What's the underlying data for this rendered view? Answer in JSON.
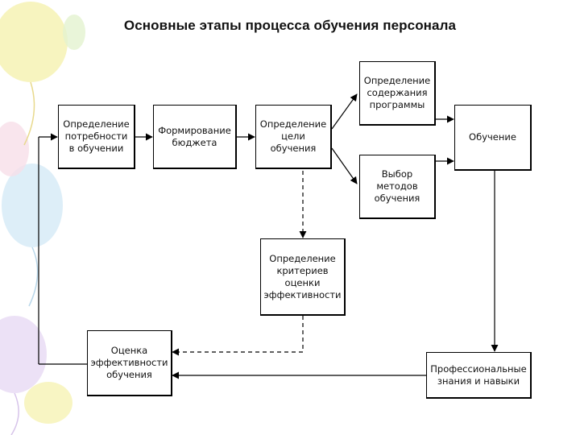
{
  "title": "Основные этапы процесса обучения персонала",
  "boxes": {
    "needs": "Определение\nпотребности\nв обучении",
    "budget": "Формирование\nбюджета",
    "goals": "Определение\nцели\nобучения",
    "content": "Определение\nсодержания\nпрограммы",
    "methods": "Выбор\nметодов\nобучения",
    "training": "Обучение",
    "criteria": "Определение\nкритериев\nоценки\nэффективности",
    "evaluation": "Оценка\nэффективности\nобучения",
    "skills": "Профессиональные\nзнания и навыки"
  },
  "colors": {
    "line": "#000000",
    "decor_yellow": "#f6f2b4",
    "decor_blue": "#d9ecf7",
    "decor_pink": "#f8dfe9",
    "decor_violet": "#e9dcf5"
  }
}
